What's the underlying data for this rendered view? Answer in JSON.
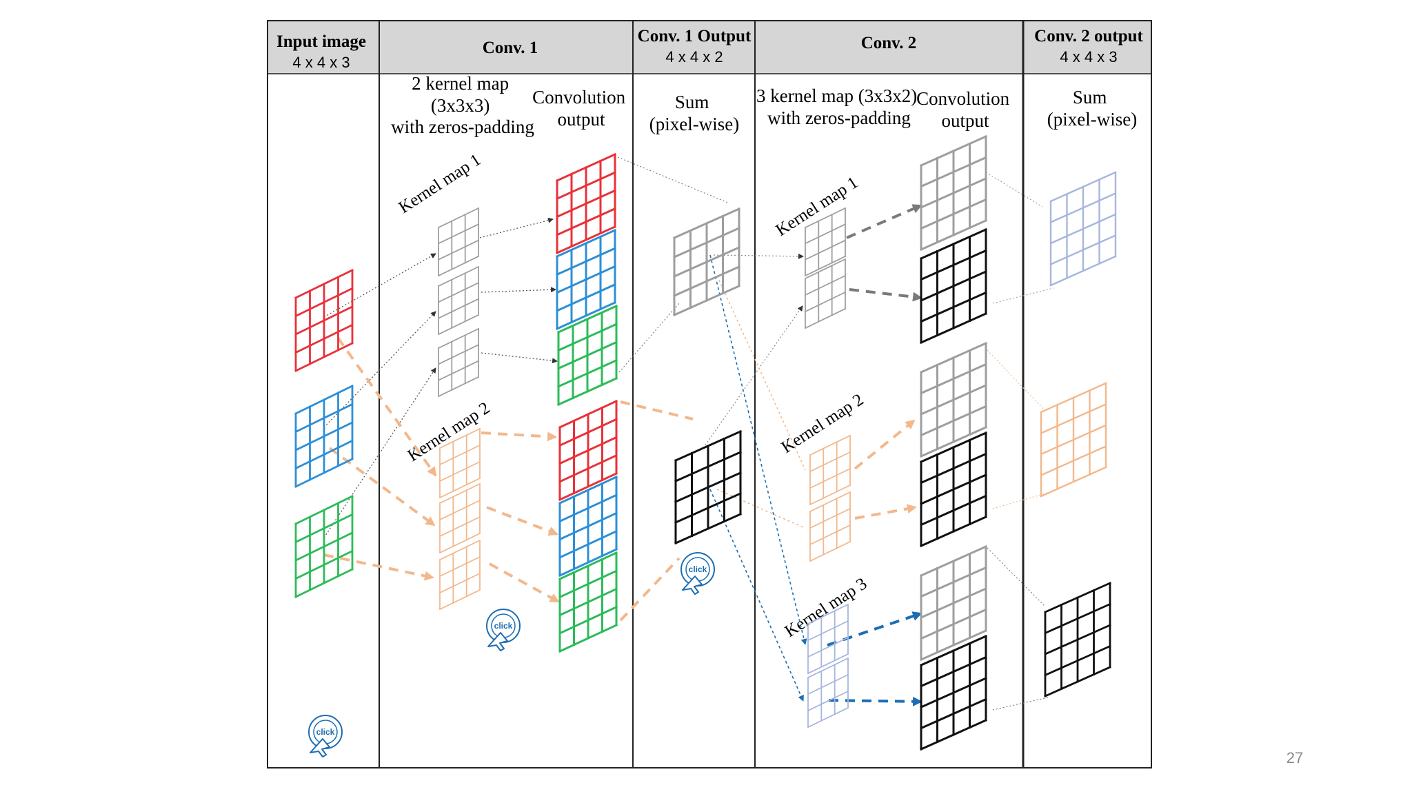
{
  "headers": {
    "input": {
      "title": "Input image",
      "sub": "4 x 4 x 3"
    },
    "conv1": {
      "title": "Conv. 1"
    },
    "conv1_out": {
      "title": "Conv. 1 Output",
      "sub": "4 x 4 x 2"
    },
    "conv2": {
      "title": "Conv. 2"
    },
    "conv2_out": {
      "title": "Conv. 2 output",
      "sub": "4 x 4 x 3"
    }
  },
  "notes": {
    "conv1_kernel": [
      "2 kernel map",
      "(3x3x3)",
      "with zeros-padding"
    ],
    "conv1_output": [
      "Convolution",
      "output"
    ],
    "conv1_sum": [
      "Sum",
      "(pixel-wise)"
    ],
    "conv2_kernel": [
      "3 kernel map (3x3x2)",
      "with zeros-padding"
    ],
    "conv2_output": [
      "Convolution",
      "output"
    ],
    "conv2_sum": [
      "Sum",
      "(pixel-wise)"
    ]
  },
  "kernel_labels": {
    "c1_k1": "Kernel map 1",
    "c1_k2": "Kernel map 2",
    "c2_k1": "Kernel map 1",
    "c2_k2": "Kernel map 2",
    "c2_k3": "Kernel map 3"
  },
  "click_icon": {
    "icon": "click-cursor-icon",
    "label": "click"
  },
  "page_number": "27",
  "colors": {
    "red": "#e8323a",
    "blue": "#2d8fd6",
    "green": "#2dbb59",
    "gray": "#9e9ea0",
    "black": "#111111",
    "peach": "#f2b88c",
    "lavender": "#a7b6dd",
    "dark_blue": "#1c6db3",
    "header_bg": "#d6d6d6"
  }
}
